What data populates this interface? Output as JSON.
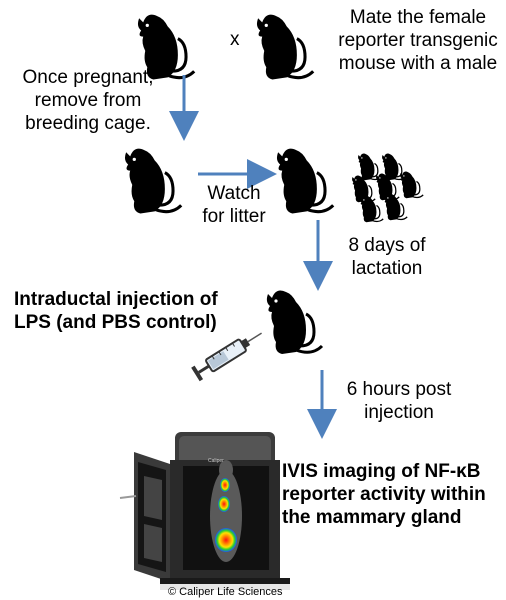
{
  "steps": {
    "mate": {
      "line1": "Mate the female",
      "line2": "reporter transgenic",
      "line3": "mouse with a male"
    },
    "cross_symbol": "x",
    "pregnant": {
      "line1": "Once pregnant,",
      "line2": "remove from",
      "line3": "breeding cage."
    },
    "watch": {
      "line1": "Watch",
      "line2": "for litter"
    },
    "lactation": {
      "line1": "8 days of",
      "line2": "lactation"
    },
    "injection": {
      "line1": "Intraductal injection of",
      "line2": "LPS (and PBS control)"
    },
    "post": {
      "line1": "6 hours post",
      "line2": "injection"
    },
    "imaging": {
      "line1": "IVIS imaging of NF-κB",
      "line2": "reporter activity within",
      "line3": "the mammary gland"
    }
  },
  "imager_label": "Caliper",
  "copyright": "© Caliper Life Sciences",
  "colors": {
    "arrow": "#4f81bd",
    "mouse": "#000000"
  },
  "icons": [
    "mouse-icon",
    "mouse-pups-icon",
    "syringe-icon",
    "ivis-imager-icon"
  ]
}
